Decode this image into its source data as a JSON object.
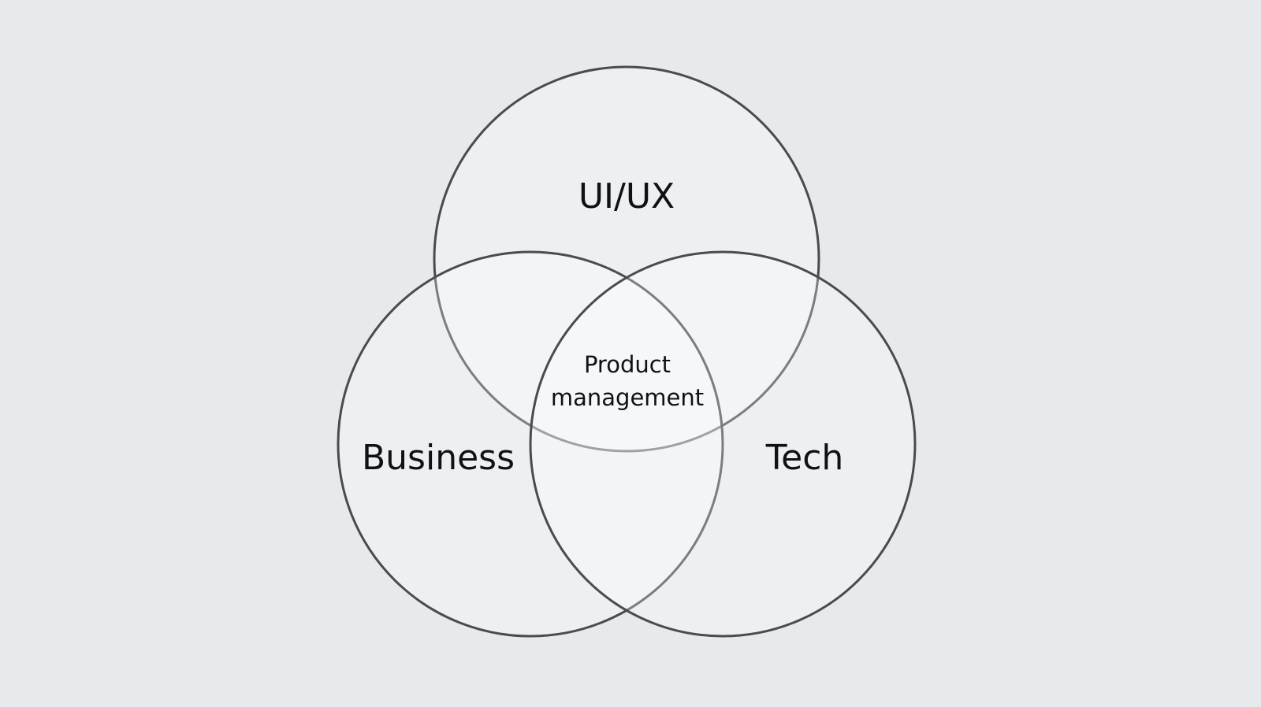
{
  "diagram": {
    "type": "venn",
    "sets": [
      {
        "id": "uiux",
        "label": "UI/UX"
      },
      {
        "id": "business",
        "label": "Business"
      },
      {
        "id": "tech",
        "label": "Tech"
      }
    ],
    "intersection": {
      "line1": "Product",
      "line2": "management"
    },
    "colors": {
      "background": "#e7eaed",
      "outline": "#4b4b4d",
      "text": "#111111"
    }
  }
}
